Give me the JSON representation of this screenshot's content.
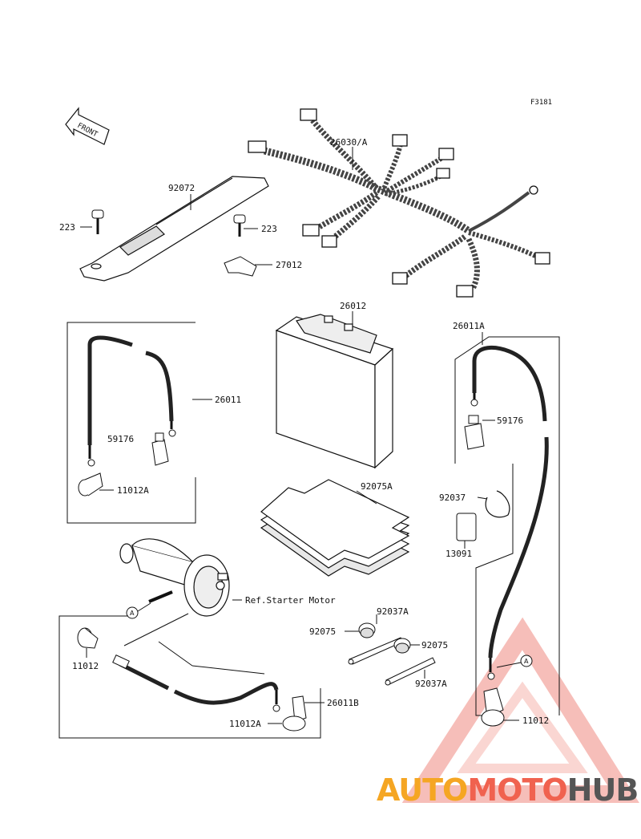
{
  "figure_code": "F3181",
  "front_label": "FRONT",
  "parts": {
    "strap": "92072",
    "bolt_left": "223",
    "bolt_right": "223",
    "bracket": "27012",
    "harness": "26030/A",
    "battery": "26012",
    "cable_neg": "26011",
    "boot_left": "59176",
    "cap_left": "11012A",
    "cable_pos": "26011A",
    "boot_right": "59176",
    "clamp": "92037",
    "fuse_cover": "13091",
    "pad": "92075A",
    "ref_starter": "Ref.Starter Motor",
    "grommet_a_top": "92037A",
    "grommet_left": "92075",
    "grommet_right": "92075",
    "grommet_a_bottom": "92037A",
    "cap_starter": "11012",
    "cable_starter": "26011B",
    "cap_bottom": "11012A",
    "cap_right": "11012"
  },
  "markers": {
    "a_left": "A",
    "a_right": "A"
  },
  "watermark": {
    "part1": "AUTO",
    "part2": "MOTO",
    "part3": "HUB"
  }
}
